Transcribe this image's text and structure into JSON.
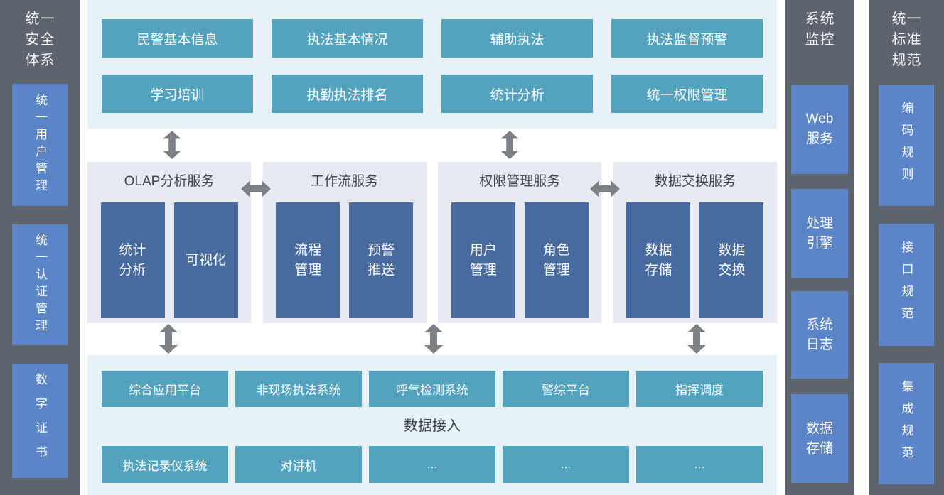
{
  "colors": {
    "dark_column": "#5e646e",
    "sidebar_blue": "#5b85c7",
    "teal_box": "#53a3bf",
    "teal_band_bg": "#e6f2f5",
    "panel_bg": "#e7eaf1",
    "steel_blue_box": "#486b9f",
    "arrow_gray": "#7c8185",
    "title_text": "#3f444c"
  },
  "left_sidebar": {
    "title": "统一\n安全\n体系",
    "items": [
      "统一用户管理",
      "统一认证管理",
      "数字证书"
    ]
  },
  "top_section": {
    "rows": [
      [
        "民警基本信息",
        "执法基本情况",
        "辅助执法",
        "执法监督预警"
      ],
      [
        "学习培训",
        "执勤执法排名",
        "统计分析",
        "统一权限管理"
      ]
    ]
  },
  "services": [
    {
      "title": "OLAP分析服务",
      "boxes": [
        "统计\n分析",
        "可视化"
      ]
    },
    {
      "title": "工作流服务",
      "boxes": [
        "流程\n管理",
        "预警\n推送"
      ]
    },
    {
      "title": "权限管理服务",
      "boxes": [
        "用户\n管理",
        "角色\n管理"
      ]
    },
    {
      "title": "数据交换服务",
      "boxes": [
        "数据\n存储",
        "数据\n交换"
      ]
    }
  ],
  "bottom_section": {
    "row1": [
      "综合应用平台",
      "非现场执法系统",
      "呼气检测系统",
      "警综平台",
      "指挥调度"
    ],
    "label": "数据接入",
    "row2": [
      "执法记录仪系统",
      "对讲机",
      "...",
      "...",
      "..."
    ]
  },
  "monitor_column": {
    "title": "系统\n监控",
    "items": [
      "Web\n服务",
      "处理\n引擎",
      "系统\n日志",
      "数据\n存储"
    ]
  },
  "standard_column": {
    "title": "统一\n标准\n规范",
    "items": [
      "编码规则",
      "接口规范",
      "集成规范"
    ]
  }
}
